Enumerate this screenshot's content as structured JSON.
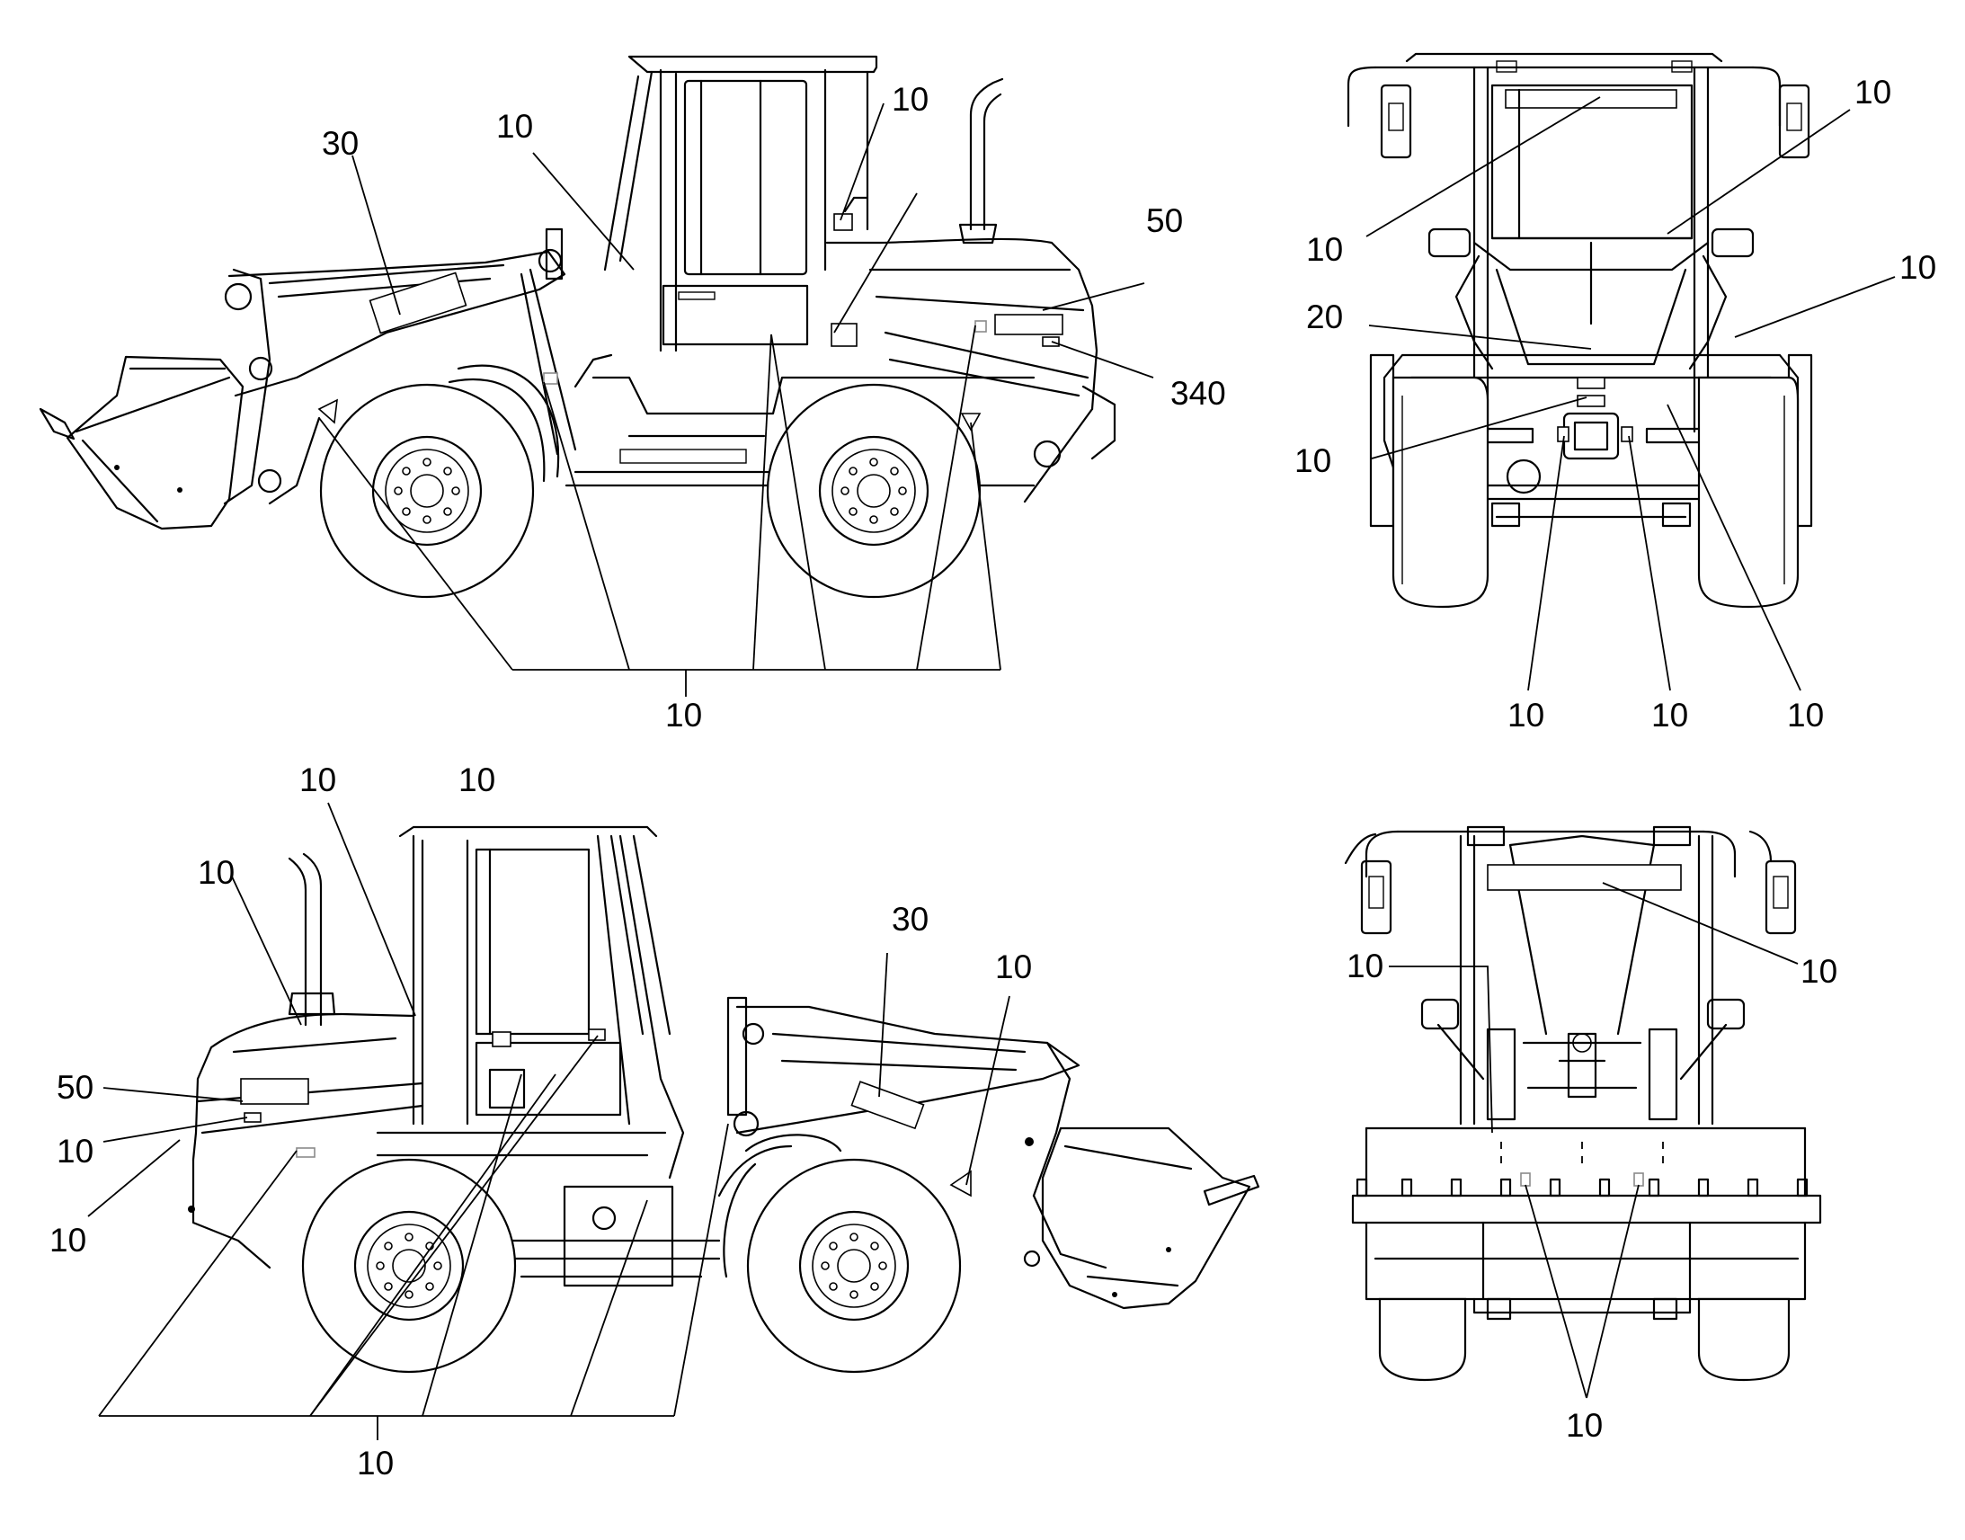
{
  "views": {
    "left_side": {
      "labels": {
        "a": "30",
        "b": "10",
        "c": "10",
        "d": "50",
        "e": "340",
        "f": "10"
      }
    },
    "rear": {
      "labels": {
        "a": "10",
        "b": "10",
        "c": "10",
        "d": "20",
        "e": "10",
        "f": "10",
        "g": "10",
        "h": "10"
      }
    },
    "right_side": {
      "labels": {
        "a": "10",
        "b": "10",
        "c": "10",
        "d": "30",
        "e": "10",
        "f": "50",
        "g": "10",
        "h": "10",
        "i": "10"
      }
    },
    "front": {
      "labels": {
        "a": "10",
        "b": "10",
        "c": "10"
      }
    }
  }
}
